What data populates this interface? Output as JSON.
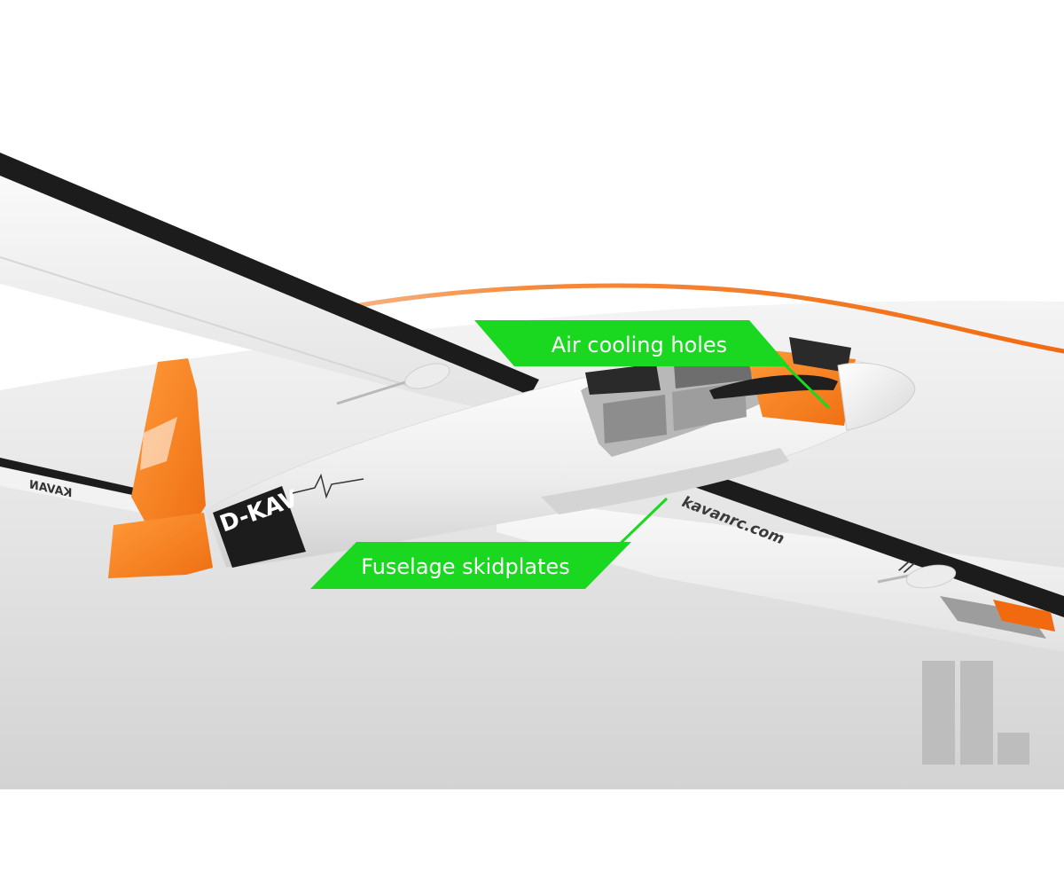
{
  "callouts": {
    "air_cooling": "Air cooling holes",
    "skidplates": "Fuselage skidplates"
  },
  "aircraft": {
    "registration": "D-KAV",
    "website": "kavanrc.com",
    "wing_brand": "KAVAN"
  },
  "colors": {
    "callout_green": "#19d81f",
    "accent_orange": "#f26a10",
    "stripe_black": "#1c1c1c",
    "panel_grey": "#9d9d9d",
    "backdrop_grey": "#dcdcdc"
  },
  "logo_icon": "stacked-bars-logo"
}
